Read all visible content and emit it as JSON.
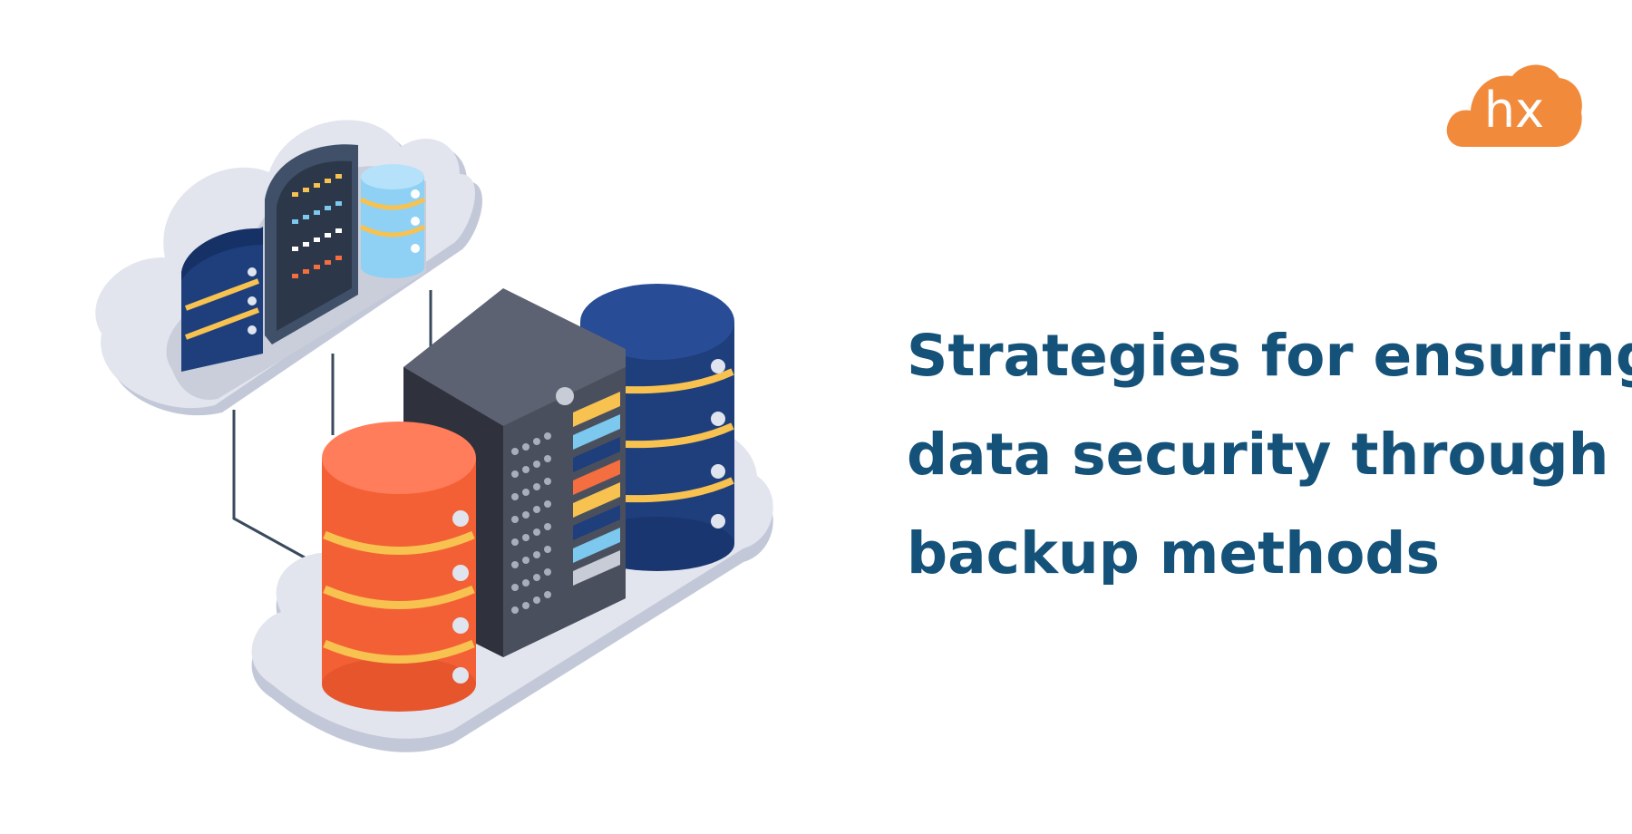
{
  "headline": {
    "lines": [
      "Strategies for ensuring",
      "data security through",
      "backup methods"
    ]
  },
  "logo": {
    "text": "hx",
    "icon": "cloud-logo-icon"
  },
  "colors": {
    "headline": "#15527a",
    "logo": "#f28a3c",
    "cloud": "#dcdfea",
    "cloud_shadow": "#c3c8d8",
    "orange_db": "#f46e40",
    "navy_db": "#1e3e7c",
    "server": "#4a4f5e",
    "stripe": "#f7c24f"
  },
  "illustration": {
    "icons": [
      "cloud-storage-icon",
      "server-rack-icon",
      "database-icon"
    ]
  }
}
